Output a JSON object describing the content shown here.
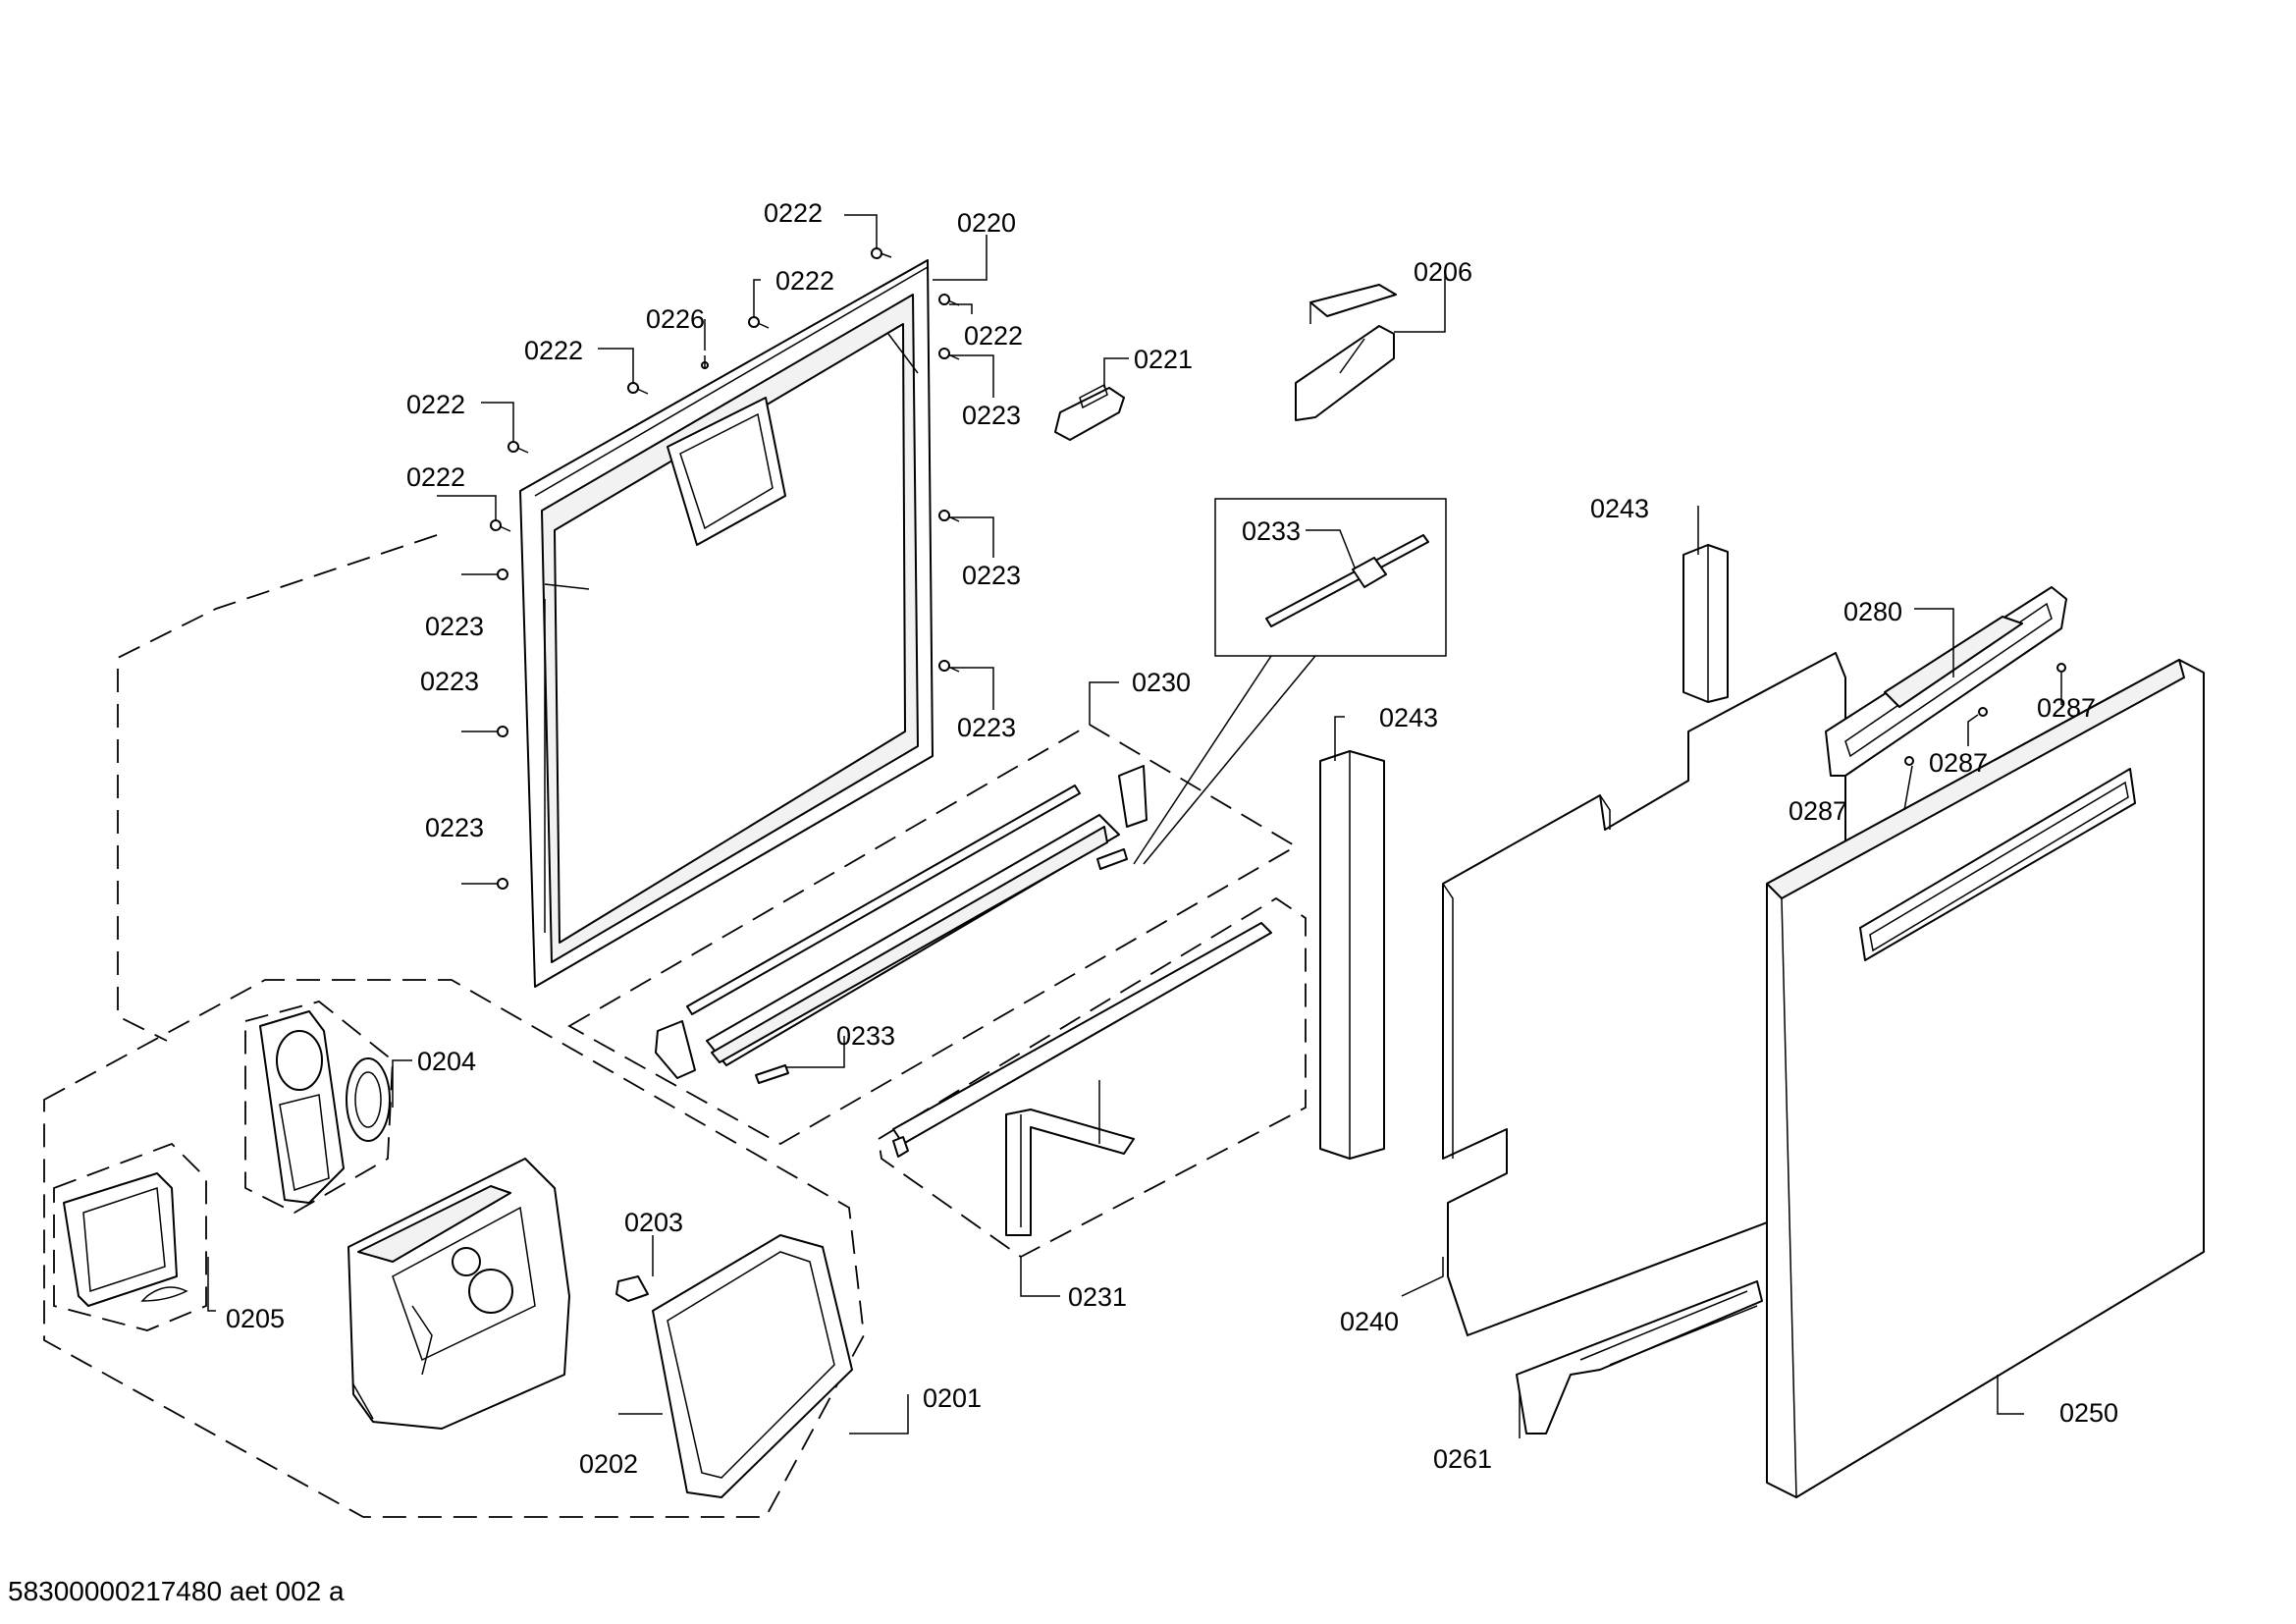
{
  "footer_code": "58300000217480 aet 002 a",
  "labels": {
    "l0222_a": "0222",
    "l0220": "0220",
    "l0222_b": "0222",
    "l0226": "0226",
    "l0222_c": "0222",
    "l0222_d": "0222",
    "l0222_e": "0222",
    "l0222_f": "0222",
    "l0223_a": "0223",
    "l0223_b": "0223",
    "l0223_c": "0223",
    "l0223_d": "0223",
    "l0223_e": "0223",
    "l0223_f": "0223",
    "l0221": "0221",
    "l0206": "0206",
    "l0233_a": "0233",
    "l0230": "0230",
    "l0233_b": "0233",
    "l0231": "0231",
    "l0204": "0204",
    "l0203": "0203",
    "l0205": "0205",
    "l0202": "0202",
    "l0201": "0201",
    "l0243_a": "0243",
    "l0243_b": "0243",
    "l0240": "0240",
    "l0261": "0261",
    "l0250": "0250",
    "l0280": "0280",
    "l0287_a": "0287",
    "l0287_b": "0287",
    "l0287_c": "0287"
  }
}
